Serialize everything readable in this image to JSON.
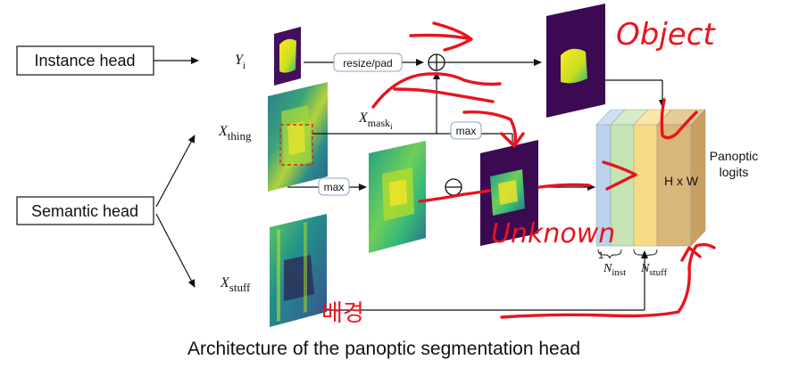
{
  "heads": {
    "instance": "Instance head",
    "semantic": "Semantic head"
  },
  "maps": {
    "y": "Y",
    "y_sub": "i",
    "x_thing": "X",
    "x_thing_sub": "thing",
    "x_stuff": "X",
    "x_stuff_sub": "stuff",
    "x_mask": "X",
    "x_mask_sub": "mask",
    "x_mask_subsub": "i"
  },
  "ops": {
    "resize": "resize/pad",
    "max_top": "max",
    "max_left": "max",
    "plus": "⊕",
    "minus": "⊖"
  },
  "logits": {
    "title_1": "Panoptic",
    "title_2": "logits",
    "size": "H x W",
    "one": "1",
    "n_inst": "N",
    "n_inst_sub": "inst",
    "n_stuff": "N",
    "n_stuff_sub": "stuff"
  },
  "caption": "Architecture of the panoptic segmentation head",
  "handwritten": {
    "object": "Object",
    "unknown": "Unknown",
    "korean": "배경"
  },
  "colors": {
    "accent_red": "#e8141f",
    "dark_purple": "#3b0a52",
    "viridis_yellow": "#f2e32c"
  }
}
